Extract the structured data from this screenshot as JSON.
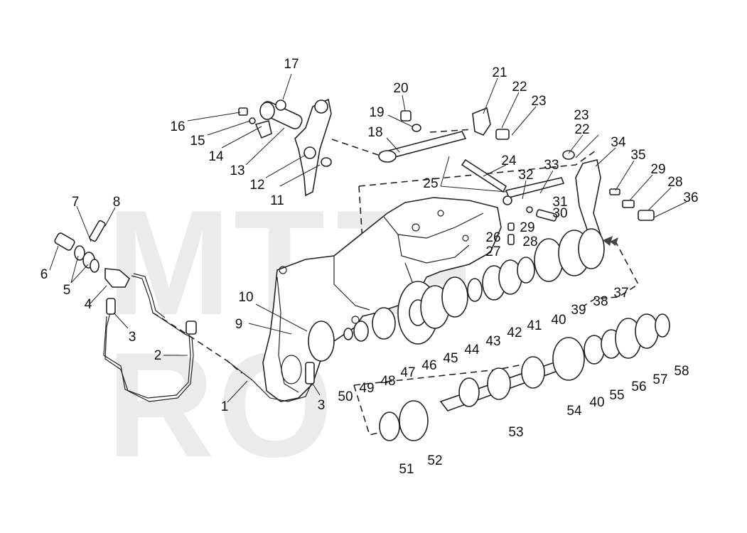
{
  "watermark": "MTZ-RO",
  "labels": [
    "1",
    "2",
    "3",
    "3",
    "4",
    "5",
    "6",
    "7",
    "8",
    "9",
    "10",
    "11",
    "12",
    "13",
    "14",
    "15",
    "16",
    "17",
    "18",
    "19",
    "20",
    "21",
    "22",
    "22",
    "23",
    "23",
    "24",
    "25",
    "26",
    "27",
    "28",
    "28",
    "29",
    "29",
    "30",
    "31",
    "32",
    "33",
    "34",
    "35",
    "36",
    "37",
    "38",
    "39",
    "40",
    "40",
    "41",
    "42",
    "43",
    "44",
    "45",
    "46",
    "47",
    "48",
    "49",
    "50",
    "51",
    "52",
    "53",
    "54",
    "55",
    "56",
    "57",
    "58"
  ]
}
